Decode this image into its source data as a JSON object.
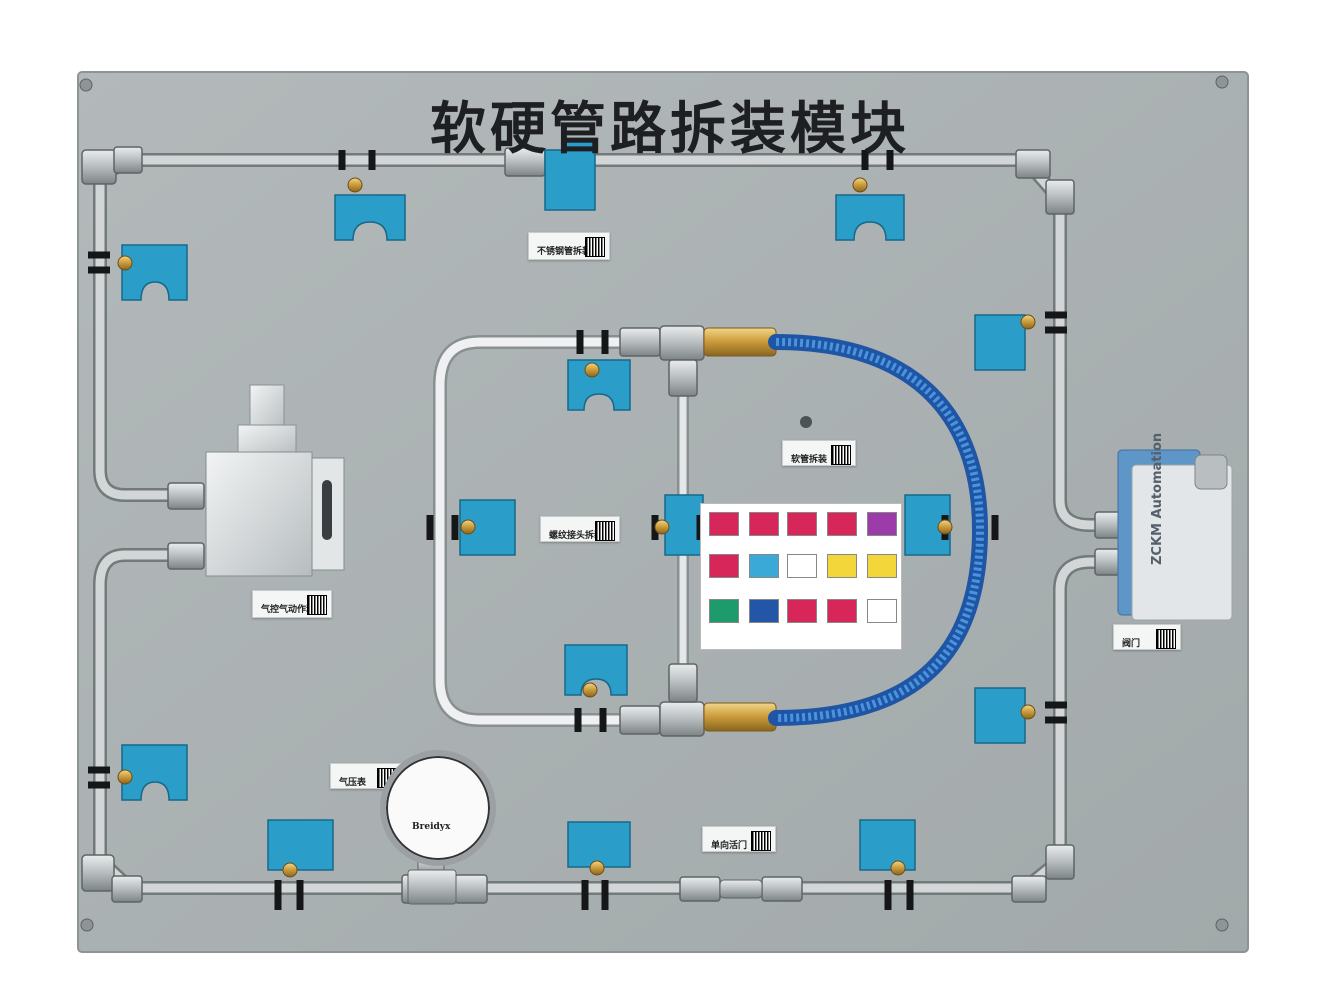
{
  "title": "软硬管路拆装模块",
  "labels": {
    "stainless_pipe": "不锈钢管拆装",
    "hose": "软管拆装",
    "fitting": "螺纹接头拆装",
    "pneumatic_actuator": "气控气动作动筒",
    "pressure_gauge": "气压表",
    "check_valve": "单向活门",
    "valve": "阀门"
  },
  "nameplate": {
    "brand": "ZCKM",
    "text": "Automation"
  },
  "gauge": {
    "brand": "Breidyx"
  },
  "colors": {
    "panel": "#aab1b2",
    "clamp_blue": "#2a9ec8",
    "hose_blue": "#2c6fc4",
    "steel": "#c4c9cb",
    "brass": "#c99a3a"
  }
}
